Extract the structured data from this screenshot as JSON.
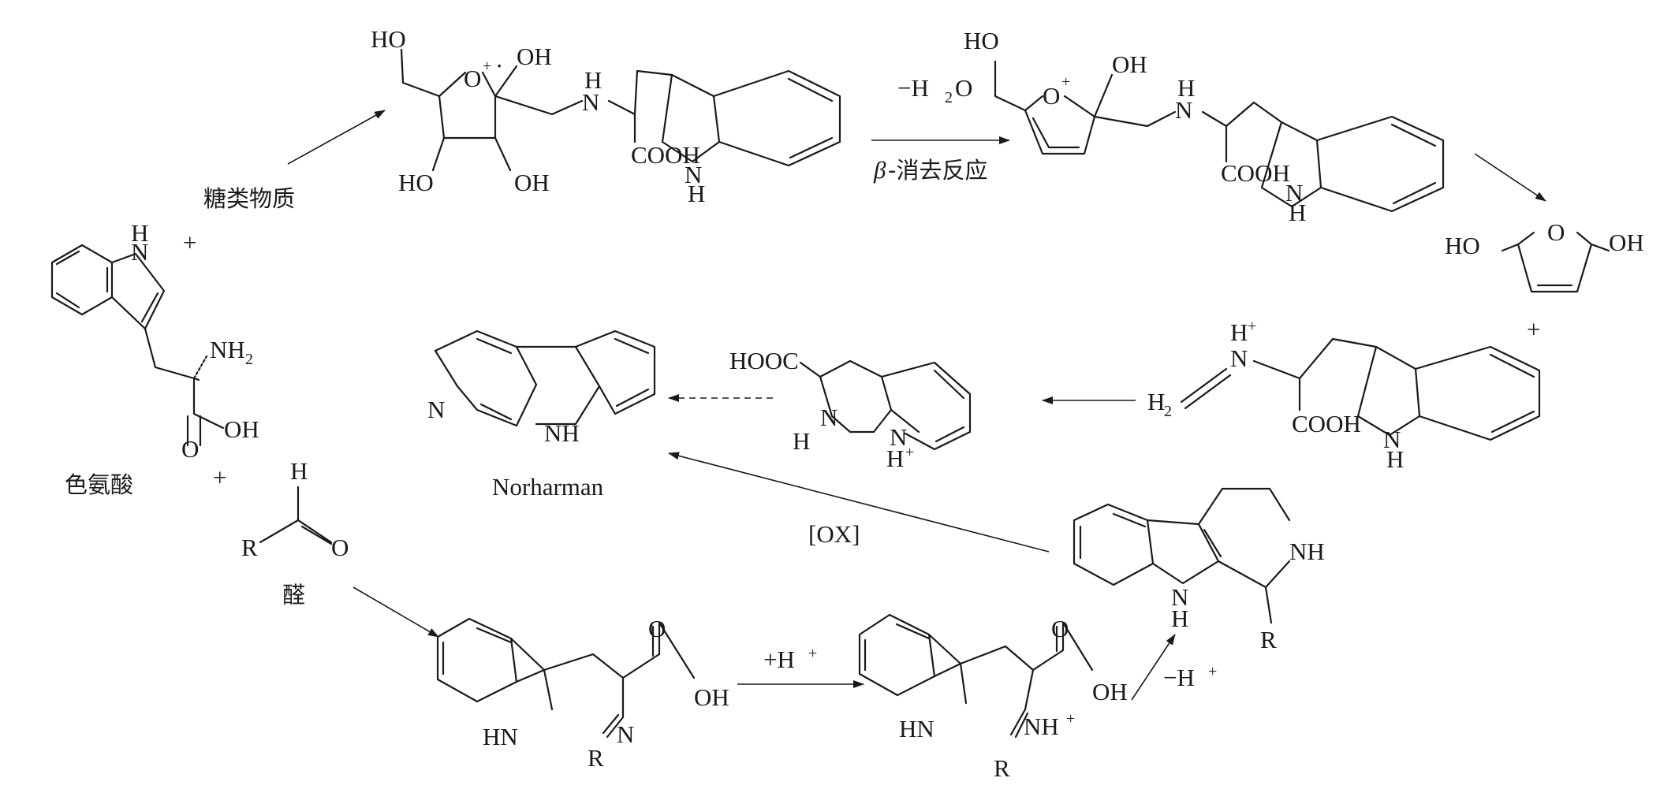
{
  "labels": {
    "tryptophan": "色氨酸",
    "sugar": "糖类物质",
    "aldehyde": "醛",
    "norharman": "Norharman",
    "ox": "[OX]",
    "minus_h2o": "−H",
    "beta": "β",
    "elimination": "-消去反应",
    "plus_h": "+H",
    "minus_h": "−H",
    "plus_sign": "+"
  },
  "atoms": {
    "HO": "HO",
    "OH": "OH",
    "O": "O",
    "N": "N",
    "H": "H",
    "R": "R",
    "NH": "NH",
    "HN": "HN",
    "COOH": "COOH",
    "HOOC": "HOOC",
    "NH2": "NH",
    "NHplus": "NH",
    "H2C": "H",
    "sub2": "2",
    "plus": "+",
    "radical": "·"
  }
}
